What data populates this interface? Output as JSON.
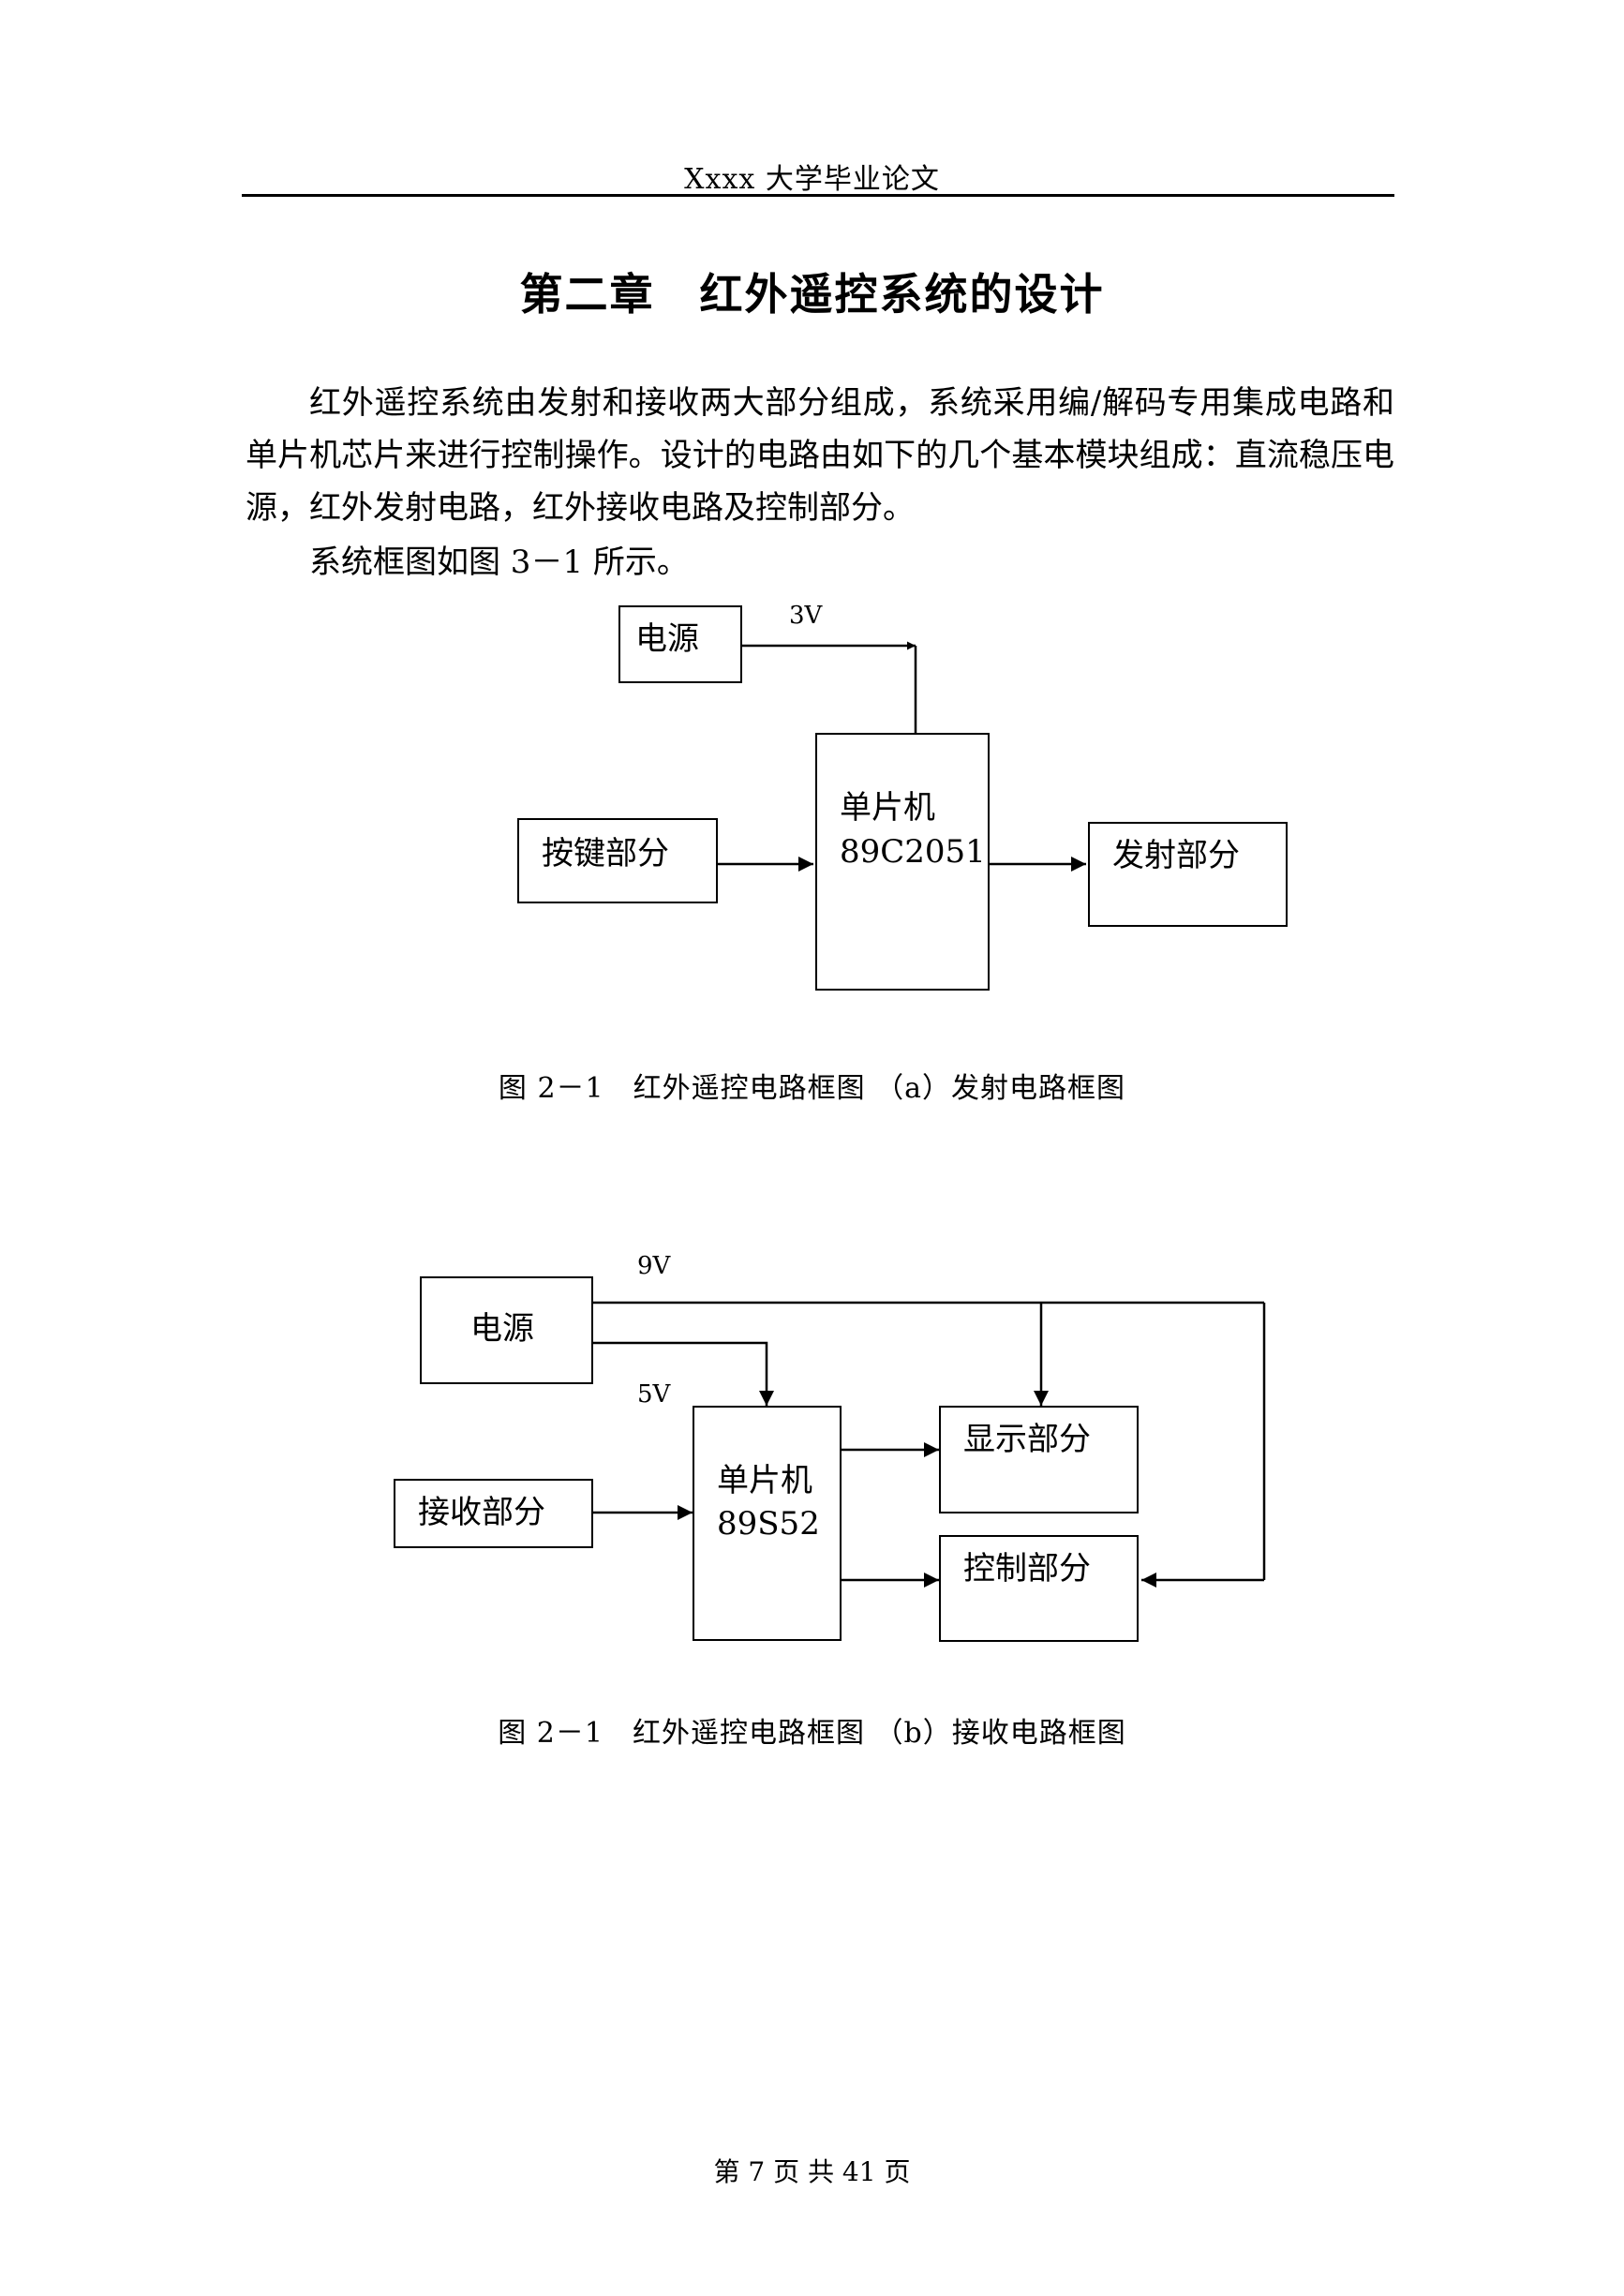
{
  "header": {
    "title": "Xxxx 大学毕业论文"
  },
  "chapter": {
    "title": "第二章　红外遥控系统的设计"
  },
  "body": {
    "intro": "红外遥控系统由发射和接收两大部分组成，系统采用编/解码专用集成电路和单片机芯片来进行控制操作。设计的电路由如下的几个基本模块组成：直流稳压电源，红外发射电路，红外接收电路及控制部分。",
    "figure_intro": "系统框图如图 3－1 所示。"
  },
  "figure_a": {
    "power_label": "电源",
    "voltage_label": "3V",
    "keys_label": "按键部分",
    "mcu_line1": "单片机",
    "mcu_line2": "89C2051",
    "transmit_label": "发射部分",
    "caption": "图 2－1　红外遥控电路框图 （a）发射电路框图"
  },
  "figure_b": {
    "power_label": "电源",
    "voltage_9v": "9V",
    "voltage_5v": "5V",
    "receive_label": "接收部分",
    "mcu_line1": "单片机",
    "mcu_line2": "89S52",
    "display_label": "显示部分",
    "control_label": "控制部分",
    "caption": "图 2－1　红外遥控电路框图 （b）接收电路框图"
  },
  "footer": {
    "page_label": "第 7 页 共 41 页"
  }
}
